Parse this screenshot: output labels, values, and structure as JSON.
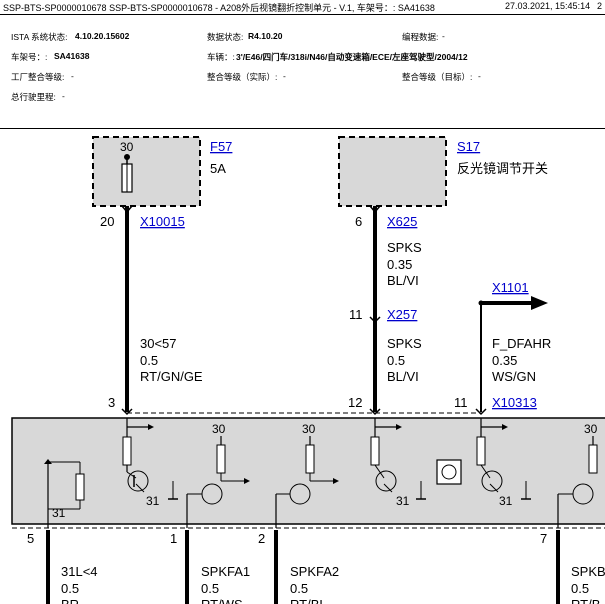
{
  "header": {
    "title": "SSP-BTS-SP0000010678 SSP-BTS-SP0000010678 - A208外后视镜翻折控制单元 - V.1, 车架号：: SA41638",
    "datetime": "27.03.2021, 15:45:14",
    "page": "2",
    "ista_label": "ISTA 系统状态:",
    "ista_value": "4.10.20.15602",
    "data_label": "数据状态:",
    "data_value": "R4.10.20",
    "prog_label": "编程数据:",
    "prog_value": "-",
    "vin_label": "车架号：:",
    "vin_value": "SA41638",
    "vehicle_label": "车辆：:",
    "vehicle_value": "3'/E46/四门车/318i/N46/自动变速箱/ECE/左座驾驶型/2004/12",
    "factory_label": "工厂整合等级:",
    "factory_value": "-",
    "integ_actual_label": "整合等级（实际）:",
    "integ_actual_value": "-",
    "integ_target_label": "整合等级（目标）:",
    "integ_target_value": "-",
    "mileage_label": "总行驶里程:",
    "mileage_value": "-"
  },
  "diagram": {
    "f57": {
      "link": "F57",
      "desc": "5A",
      "pin_top": "30",
      "pin_bottom": "20"
    },
    "x10015": "X10015",
    "s17": {
      "link": "S17",
      "desc": "反光镜调节开关",
      "pin": "6"
    },
    "x625": {
      "link": "X625",
      "signal": "SPKS",
      "size": "0.35",
      "color": "BL/VI"
    },
    "x257": {
      "link": "X257",
      "pin": "11",
      "signal": "SPKS",
      "size": "0.5",
      "color": "BL/VI"
    },
    "x1101": "X1101",
    "wire_30": {
      "signal": "30<57",
      "size": "0.5",
      "color": "RT/GN/GE"
    },
    "wire_fdfahr": {
      "signal": "F_DFAHR",
      "size": "0.35",
      "color": "WS/GN"
    },
    "x10313": "X10313",
    "module_pins": {
      "p3": "3",
      "p12": "12",
      "p11": "11"
    },
    "internal": {
      "gnd1": "31",
      "gnd2": "31",
      "gnd3": "31",
      "sup1": "30",
      "sup2": "30",
      "sup3": "30"
    },
    "bottom_pins": {
      "p5": "5",
      "p1": "1",
      "p2": "2",
      "p7": "7"
    },
    "out_31l": {
      "signal": "31L<4",
      "size": "0.5",
      "color": "BR"
    },
    "out_spkfa1": {
      "signal": "SPKFA1",
      "size": "0.5",
      "color": "RT/WS"
    },
    "out_spkfa2": {
      "signal": "SPKFA2",
      "size": "0.5",
      "color": "RT/BL"
    },
    "out_spkb": {
      "signal": "SPKB",
      "size": "0.5",
      "color": "RT/B"
    }
  }
}
